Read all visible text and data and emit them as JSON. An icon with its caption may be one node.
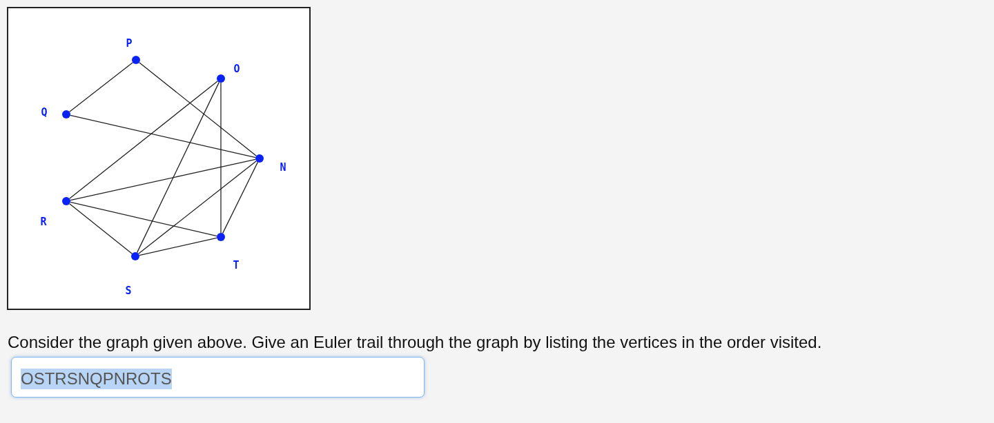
{
  "diagram": {
    "nodes": [
      {
        "text": [
          "P"
        ]
      },
      {
        "text": [
          "O"
        ]
      },
      {
        "text": [
          "Q"
        ]
      },
      {
        "text": [
          "N"
        ]
      },
      {
        "text": [
          "R"
        ]
      },
      {
        "text": [
          "T"
        ]
      },
      {
        "text": [
          "S"
        ]
      }
    ],
    "edges": [
      {
        "from": 2,
        "to": 0,
        "arrow": "none"
      },
      {
        "from": 0,
        "to": 3,
        "arrow": "none"
      },
      {
        "from": 2,
        "to": 3,
        "arrow": "none"
      },
      {
        "from": 1,
        "to": 4,
        "arrow": "none"
      },
      {
        "from": 1,
        "to": 6,
        "arrow": "none"
      },
      {
        "from": 1,
        "to": 5,
        "arrow": "none"
      },
      {
        "from": 4,
        "to": 3,
        "arrow": "none"
      },
      {
        "from": 4,
        "to": 5,
        "arrow": "none"
      },
      {
        "from": 4,
        "to": 6,
        "arrow": "none"
      },
      {
        "from": 6,
        "to": 5,
        "arrow": "none"
      },
      {
        "from": 6,
        "to": 3,
        "arrow": "none"
      },
      {
        "from": 5,
        "to": 3,
        "arrow": "none"
      }
    ],
    "labels": [
      "Consider the graph given above. Give an Euler trail through the graph by listing the vertices in the order visited.",
      "OSTRSNQPNROTS"
    ]
  }
}
